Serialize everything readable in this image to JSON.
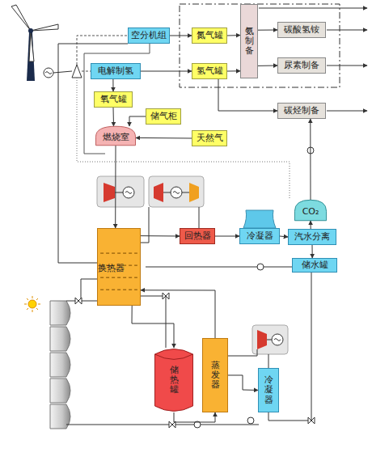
{
  "diagram": {
    "nodes": [
      {
        "text": [
          "空分机组"
        ]
      },
      {
        "text": [
          "氮气罐"
        ]
      },
      {
        "text": [
          "氨制备"
        ]
      },
      {
        "text": [
          "碳酸氢铵"
        ]
      },
      {
        "text": [
          "电解制氢"
        ]
      },
      {
        "text": [
          "氢气罐"
        ]
      },
      {
        "text": [
          "尿素制备"
        ]
      },
      {
        "text": [
          "氧气罐"
        ]
      },
      {
        "text": [
          "储气柜"
        ]
      },
      {
        "text": [
          "燃烧室"
        ]
      },
      {
        "text": [
          "天然气"
        ]
      },
      {
        "text": [
          "碳烃制备"
        ]
      },
      {
        "text": [
          "换热器"
        ]
      },
      {
        "text": [
          "回热器"
        ]
      },
      {
        "text": [
          "冷凝器"
        ]
      },
      {
        "text": [
          "CO₂"
        ]
      },
      {
        "text": [
          "汽水分离"
        ]
      },
      {
        "text": [
          "储水罐"
        ]
      },
      {
        "text": [
          "储热罐"
        ]
      },
      {
        "text": [
          "蒸发器"
        ]
      },
      {
        "text": [
          "冷凝器"
        ]
      }
    ],
    "edges": [
      {
        "from": 0,
        "to": 1,
        "arrow": "to"
      },
      {
        "from": 1,
        "to": 2,
        "arrow": "to"
      },
      {
        "from": 4,
        "to": 5,
        "arrow": "to"
      },
      {
        "from": 5,
        "to": 2,
        "arrow": "to"
      },
      {
        "from": 2,
        "to": 3,
        "arrow": "to"
      },
      {
        "from": 2,
        "to": 6,
        "arrow": "to"
      },
      {
        "from": 4,
        "to": 7,
        "arrow": "to"
      },
      {
        "from": 7,
        "to": 9,
        "arrow": "to"
      },
      {
        "from": 8,
        "to": 9,
        "arrow": "to"
      },
      {
        "from": 10,
        "to": 9,
        "arrow": "to"
      },
      {
        "from": 5,
        "to": 11,
        "arrow": "to"
      },
      {
        "from": 15,
        "to": 11,
        "arrow": "to"
      },
      {
        "from": 16,
        "to": 15,
        "arrow": "to"
      },
      {
        "from": 16,
        "to": 17,
        "arrow": "to"
      },
      {
        "from": 9,
        "to": 12,
        "arrow": "to"
      },
      {
        "from": 12,
        "to": 13,
        "arrow": "to"
      },
      {
        "from": 13,
        "to": 14,
        "arrow": "to"
      },
      {
        "from": 14,
        "to": 16,
        "arrow": "to"
      },
      {
        "from": 12,
        "to": 18,
        "arrow": "to"
      },
      {
        "from": 18,
        "to": 19,
        "arrow": "to"
      },
      {
        "from": 19,
        "to": 12,
        "arrow": "to"
      },
      {
        "from": 19,
        "to": 20,
        "arrow": "to"
      }
    ]
  }
}
